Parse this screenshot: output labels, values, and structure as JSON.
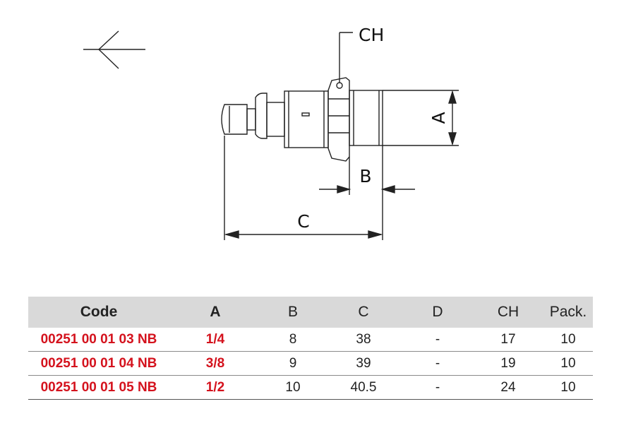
{
  "drawing": {
    "labels": {
      "ch": "CH",
      "a": "A",
      "b": "B",
      "c": "C"
    },
    "icons": [
      "flow-direction-arrow-icon"
    ]
  },
  "table": {
    "headers": [
      "Code",
      "A",
      "B",
      "C",
      "D",
      "CH",
      "Pack."
    ],
    "rows": [
      {
        "code": "00251 00 01 03 NB",
        "a": "1/4",
        "b": "8",
        "c": "38",
        "d": "-",
        "ch": "17",
        "pack": "10"
      },
      {
        "code": "00251 00 01 04 NB",
        "a": "3/8",
        "b": "9",
        "c": "39",
        "d": "-",
        "ch": "19",
        "pack": "10"
      },
      {
        "code": "00251 00 01 05 NB",
        "a": "1/2",
        "b": "10",
        "c": "40.5",
        "d": "-",
        "ch": "24",
        "pack": "10"
      }
    ]
  },
  "colors": {
    "accent": "#d4121d",
    "header_bg": "#d9d9d9"
  }
}
